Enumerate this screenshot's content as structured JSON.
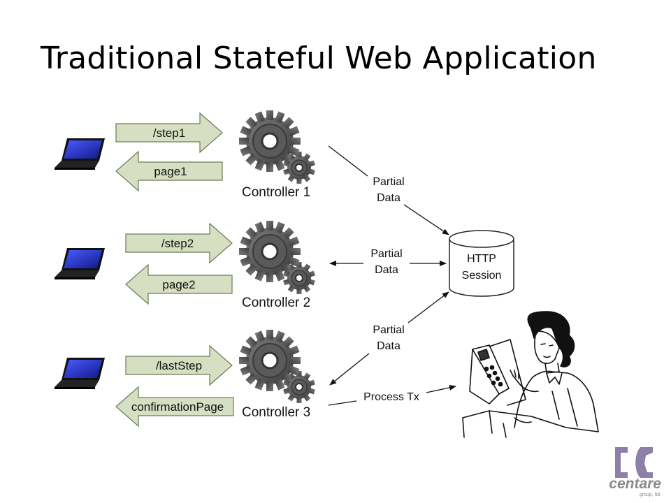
{
  "title": "Traditional Stateful Web Application",
  "rows": [
    {
      "request": "/step1",
      "response": "page1",
      "controller": "Controller 1"
    },
    {
      "request": "/step2",
      "response": "page2",
      "controller": "Controller 2"
    },
    {
      "request": "/lastStep",
      "response": "confirmationPage",
      "controller": "Controller 3"
    }
  ],
  "session": {
    "line1": "HTTP",
    "line2": "Session"
  },
  "flows": {
    "c1_line1": "Partial",
    "c1_line2": "Data",
    "c2_line1": "Partial",
    "c2_line2": "Data",
    "c3_line1": "Partial",
    "c3_line2": "Data",
    "process": "Process Tx"
  },
  "logo": {
    "name": "centare",
    "tagline": "group, ltd."
  },
  "colors": {
    "arrow_fill": "#d6dfc2",
    "gear": "#555555",
    "logo_purple": "#8d7fa8",
    "logo_gray": "#8a8a8a"
  }
}
